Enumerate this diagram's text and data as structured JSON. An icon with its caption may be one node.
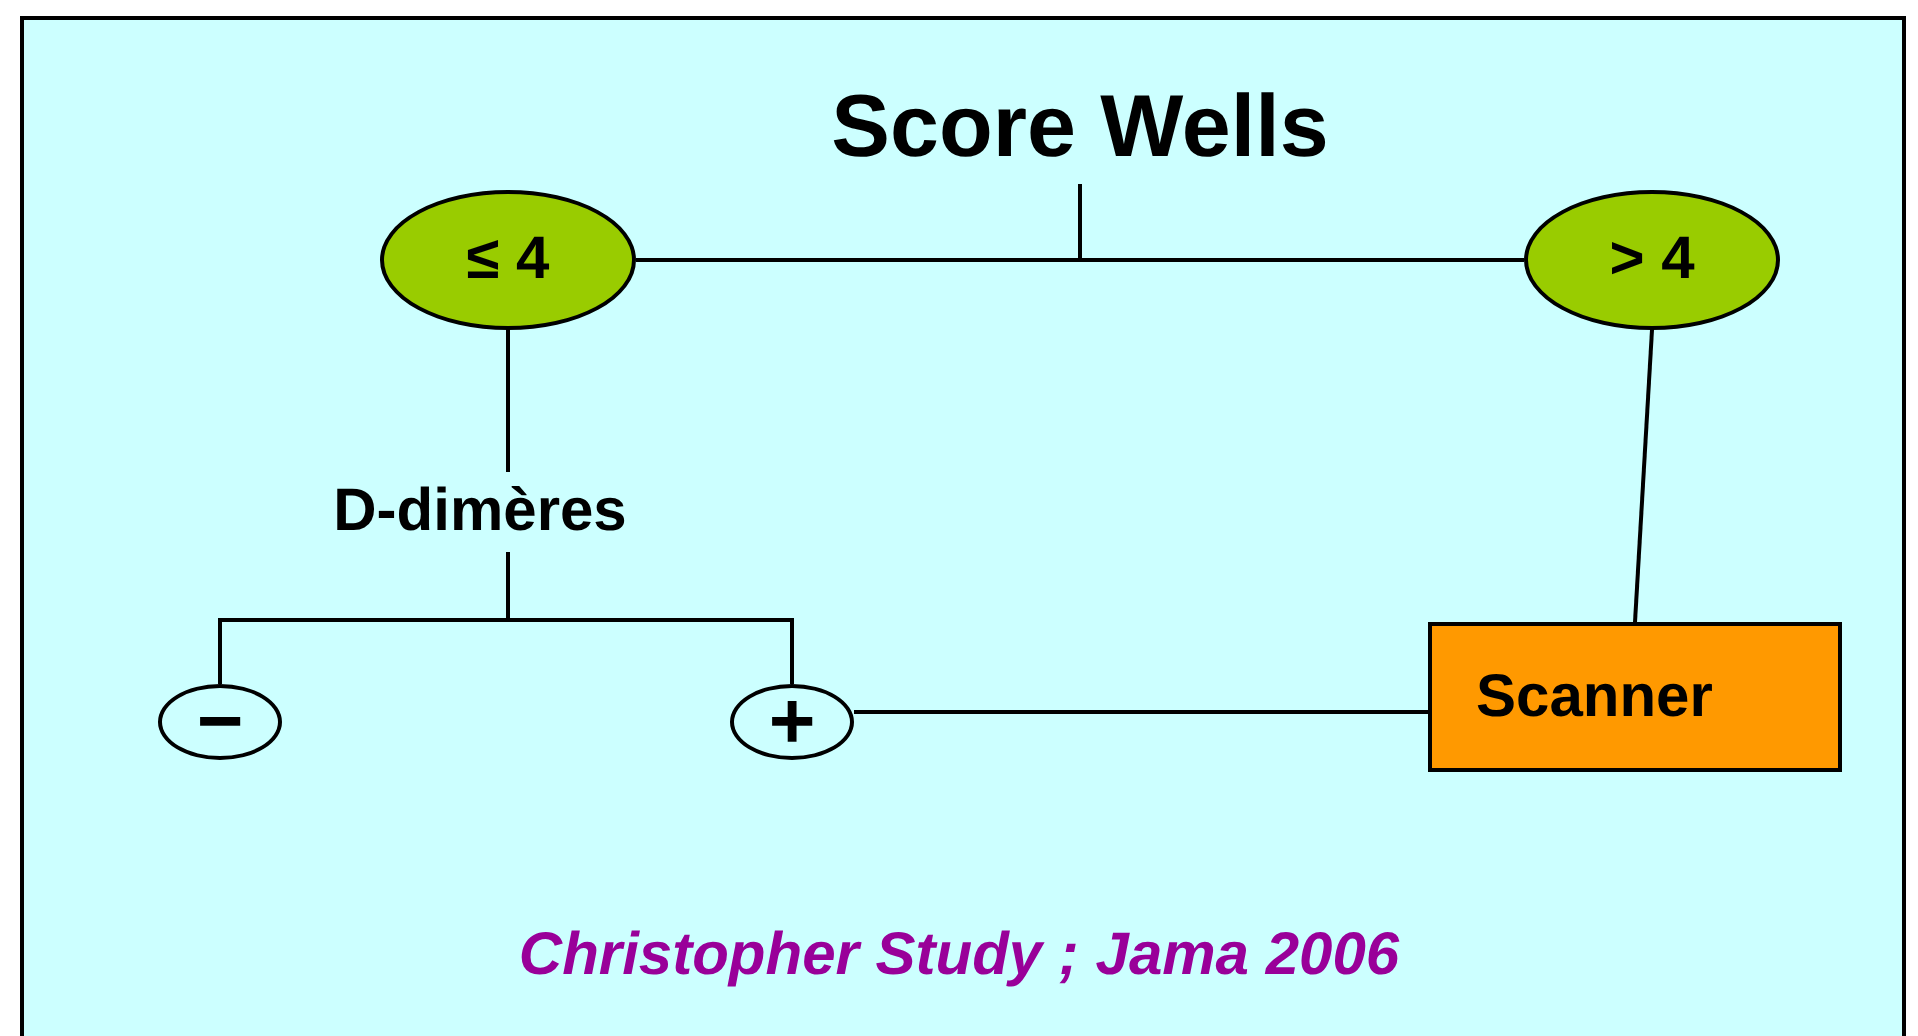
{
  "diagram": {
    "nodes": [
      {
        "text": [
          "Score Wells"
        ]
      },
      {
        "text": [
          "≤ 4"
        ]
      },
      {
        "text": [
          "> 4"
        ]
      },
      {
        "text": [
          "D-dimères"
        ]
      },
      {
        "text": [
          "−"
        ]
      },
      {
        "text": [
          "+"
        ]
      },
      {
        "text": [
          "Scanner"
        ]
      }
    ],
    "edges": [
      {
        "from": 0,
        "to": 1,
        "arrow": "none"
      },
      {
        "from": 0,
        "to": 2,
        "arrow": "none"
      },
      {
        "from": 1,
        "to": 3,
        "arrow": "none"
      },
      {
        "from": 3,
        "to": 4,
        "arrow": "none"
      },
      {
        "from": 3,
        "to": 5,
        "arrow": "none"
      },
      {
        "from": 2,
        "to": 6,
        "arrow": "none"
      },
      {
        "from": 6,
        "to": 5,
        "arrow": "none"
      }
    ],
    "caption": "Christopher Study ; Jama 2006"
  }
}
